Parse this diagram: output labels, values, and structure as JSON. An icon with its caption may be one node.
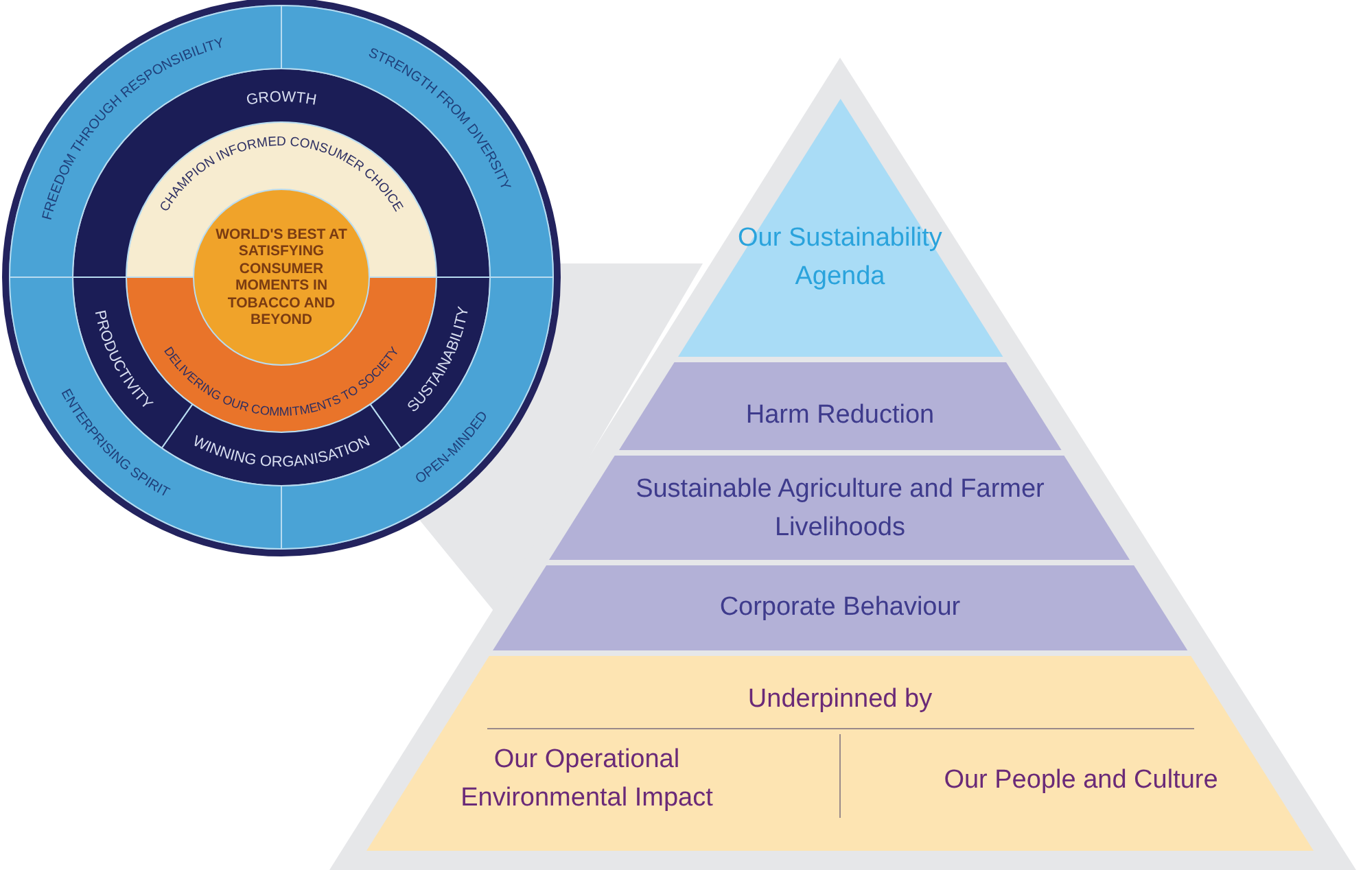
{
  "diagram": {
    "nodes": [
      {
        "text": [
          "FREEDOM THROUGH RESPONSIBILITY"
        ]
      },
      {
        "text": [
          "STRENGTH FROM DIVERSITY"
        ]
      },
      {
        "text": [
          "ENTERPRISING SPIRIT"
        ]
      },
      {
        "text": [
          "OPEN-MINDED"
        ]
      },
      {
        "text": [
          "GROWTH"
        ]
      },
      {
        "text": [
          "PRODUCTIVITY"
        ]
      },
      {
        "text": [
          "SUSTAINABILITY"
        ]
      },
      {
        "text": [
          "WINNING ORGANISATION"
        ]
      },
      {
        "text": [
          "CHAMPION INFORMED CONSUMER CHOICE"
        ]
      },
      {
        "text": [
          "DELIVERING OUR COMMITMENTS TO SOCIETY"
        ]
      },
      {
        "text": [
          "WORLD'S BEST AT SATISFYING CONSUMER MOMENTS IN TOBACCO AND BEYOND"
        ]
      },
      {
        "text": [
          "Our Sustainability Agenda"
        ]
      },
      {
        "text": [
          "Harm Reduction"
        ]
      },
      {
        "text": [
          "Sustainable Agriculture and Farmer Livelihoods"
        ]
      },
      {
        "text": [
          "Corporate Behaviour"
        ]
      },
      {
        "text": [
          "Underpinned by"
        ]
      },
      {
        "text": [
          "Our Operational Environmental Impact"
        ],
        "in": 15
      },
      {
        "text": [
          "Our People and Culture"
        ],
        "in": 15
      }
    ]
  }
}
